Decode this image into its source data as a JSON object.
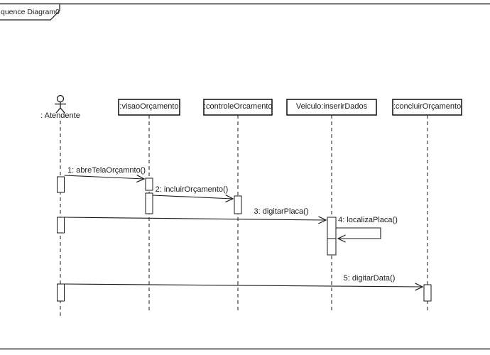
{
  "frame": {
    "label": "quence Diagram0"
  },
  "actor": {
    "label": ": Atendente"
  },
  "lifelines": [
    {
      "label": ":visaoOrçamento"
    },
    {
      "label": ":controleOrcamento"
    },
    {
      "label": "Veiculo:inserirDados"
    },
    {
      "label": ":concluirOrçamento"
    }
  ],
  "messages": [
    {
      "label": "1: abreTelaOrçamnto()"
    },
    {
      "label": "2: incluirOrçamento()"
    },
    {
      "label": "3: digitarPlaca()"
    },
    {
      "label": "4: localizaPlaca()"
    },
    {
      "label": "5: digitarData()"
    }
  ]
}
